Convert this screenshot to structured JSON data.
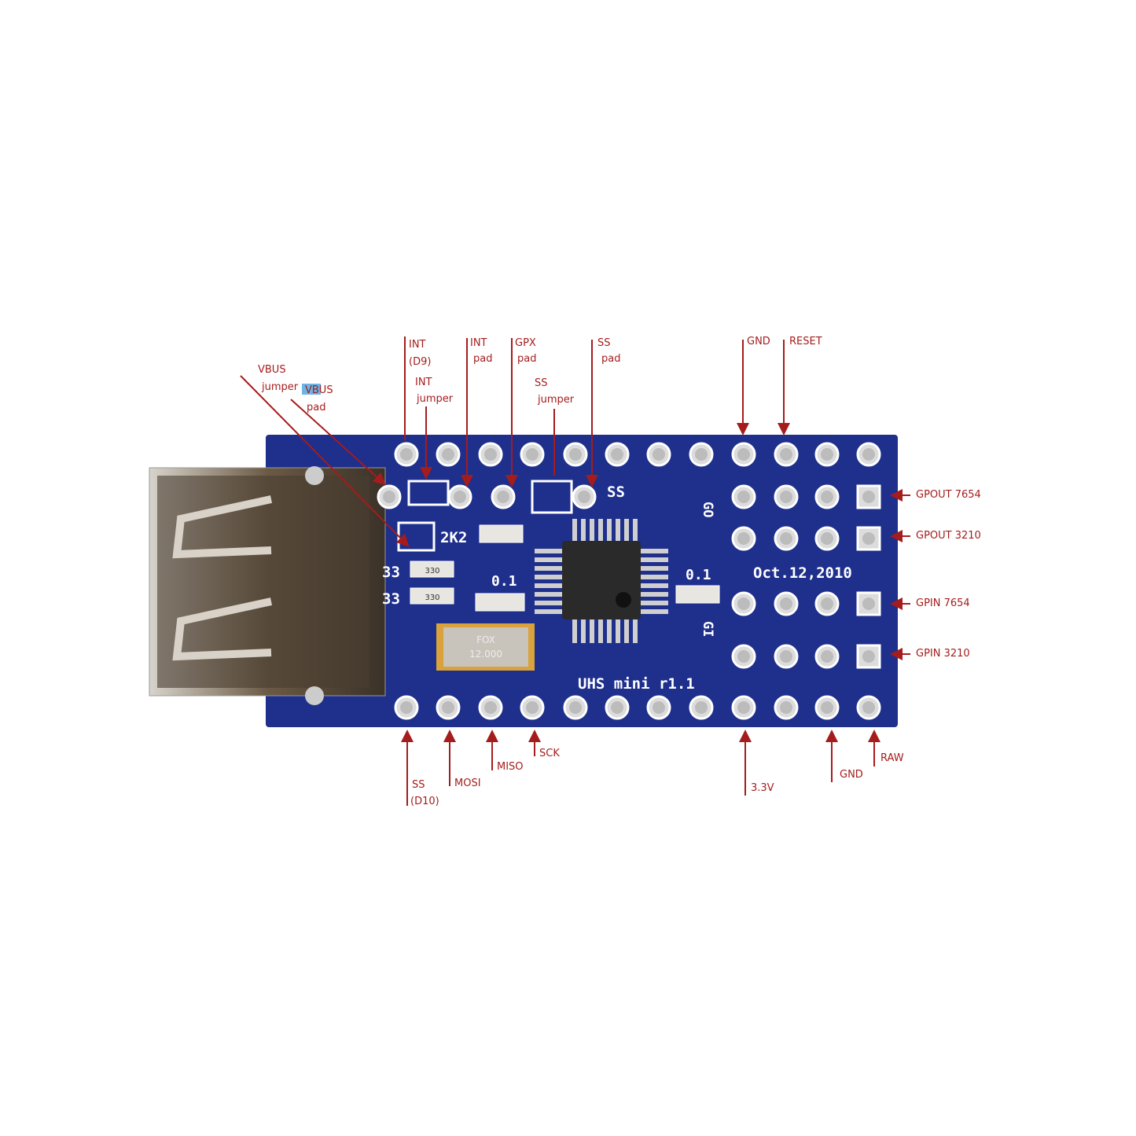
{
  "board": {
    "silkscreen": {
      "title": "UHS mini r1.1",
      "date": "Oct.12,2010",
      "ss": "SS",
      "go": "GO",
      "gi": "GI",
      "res_2k2": "2K2",
      "res_33a": "33",
      "res_33b": "33",
      "res_code_a": "330",
      "res_code_b": "330",
      "cap_a": "0.1",
      "cap_b": "0.1",
      "crystal_brand": "FOX",
      "crystal_freq": "12.000"
    },
    "colors": {
      "pcb": "#1e2f8c",
      "annotation": "#a51c1c",
      "highlight": "#4aa3e0"
    }
  },
  "annotations": {
    "vbus_jumper": [
      "VBUS",
      "jumper"
    ],
    "vbus_pad": [
      "VBUS",
      "pad"
    ],
    "int_d9": [
      "INT",
      "(D9)"
    ],
    "int_jumper": [
      "INT",
      "jumper"
    ],
    "int_pad": [
      "INT",
      "pad"
    ],
    "gpx_pad": [
      "GPX",
      "pad"
    ],
    "ss_jumper": [
      "SS",
      "jumper"
    ],
    "ss_pad": [
      "SS",
      "pad"
    ],
    "gnd_top": "GND",
    "reset": "RESET",
    "gpout_7654": "GPOUT 7654",
    "gpout_3210": "GPOUT 3210",
    "gpin_7654": "GPIN 7654",
    "gpin_3210": "GPIN 3210",
    "ss_d10": [
      "SS",
      "(D10)"
    ],
    "mosi": "MOSI",
    "miso": "MISO",
    "sck": "SCK",
    "v33": "3.3V",
    "gnd_bottom": "GND",
    "raw": "RAW"
  }
}
